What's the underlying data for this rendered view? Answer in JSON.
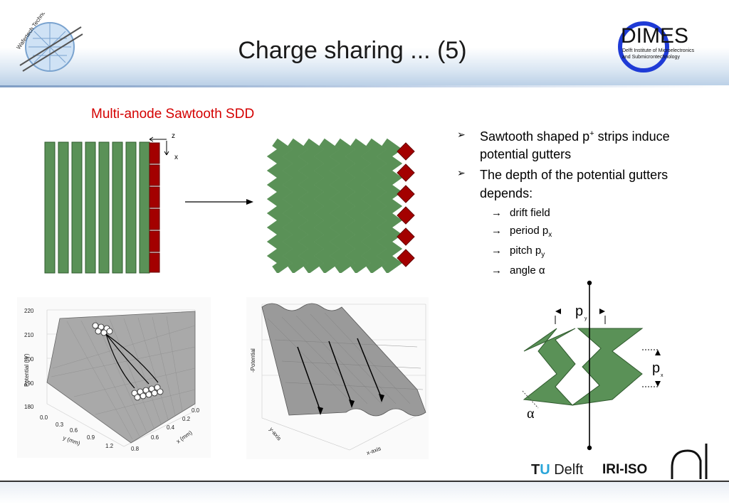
{
  "title": "Charge sharing ... (5)",
  "section_title": "Multi-anode Sawtooth SDD",
  "logo": {
    "dimes_text": "DIMES",
    "dimes_line1": "Delft Institute of Microelectronics",
    "dimes_line2": "and Submicrontechnology",
    "left_logo_text": "Wafertech Technology"
  },
  "bullets": [
    {
      "main": "Sawtooth shaped p",
      "sup": "+",
      "rest": " strips induce potential gutters"
    },
    {
      "main": "The depth of the potential gutters depends:"
    }
  ],
  "sub_bullets": [
    {
      "text": "drift field"
    },
    {
      "text": "period p",
      "sub": "x"
    },
    {
      "text": "pitch p",
      "sub": "y"
    },
    {
      "text": "angle ",
      "greek": "α"
    }
  ],
  "axis_marks": {
    "z": "z",
    "x": "x"
  },
  "plot1": {
    "ylabel": "Potential (-V)",
    "yticks": [
      "220",
      "210",
      "200",
      "190",
      "180"
    ],
    "xlabel": "x (mm)",
    "xticks": [
      "0.0",
      "0.2",
      "0.4",
      "0.6",
      "0.8"
    ],
    "zlabel": "y (mm)",
    "zticks": [
      "0.0",
      "0.3",
      "0.6",
      "0.9",
      "1.2"
    ]
  },
  "plot2": {
    "zlabel": "-Potential",
    "ylabel": "y-axis",
    "xlabel": "x-axis"
  },
  "diagram": {
    "py_label": "p",
    "py_sub": "y",
    "px_label": "p",
    "px_sub": "x",
    "alpha": "α"
  },
  "footer": {
    "tu": "T",
    "u": "U",
    "delft": "Delft",
    "iri": "IRI-ISO"
  },
  "colors": {
    "strip_green": "#5a9157",
    "anode_red": "#a30000",
    "title_red": "#d40000"
  }
}
